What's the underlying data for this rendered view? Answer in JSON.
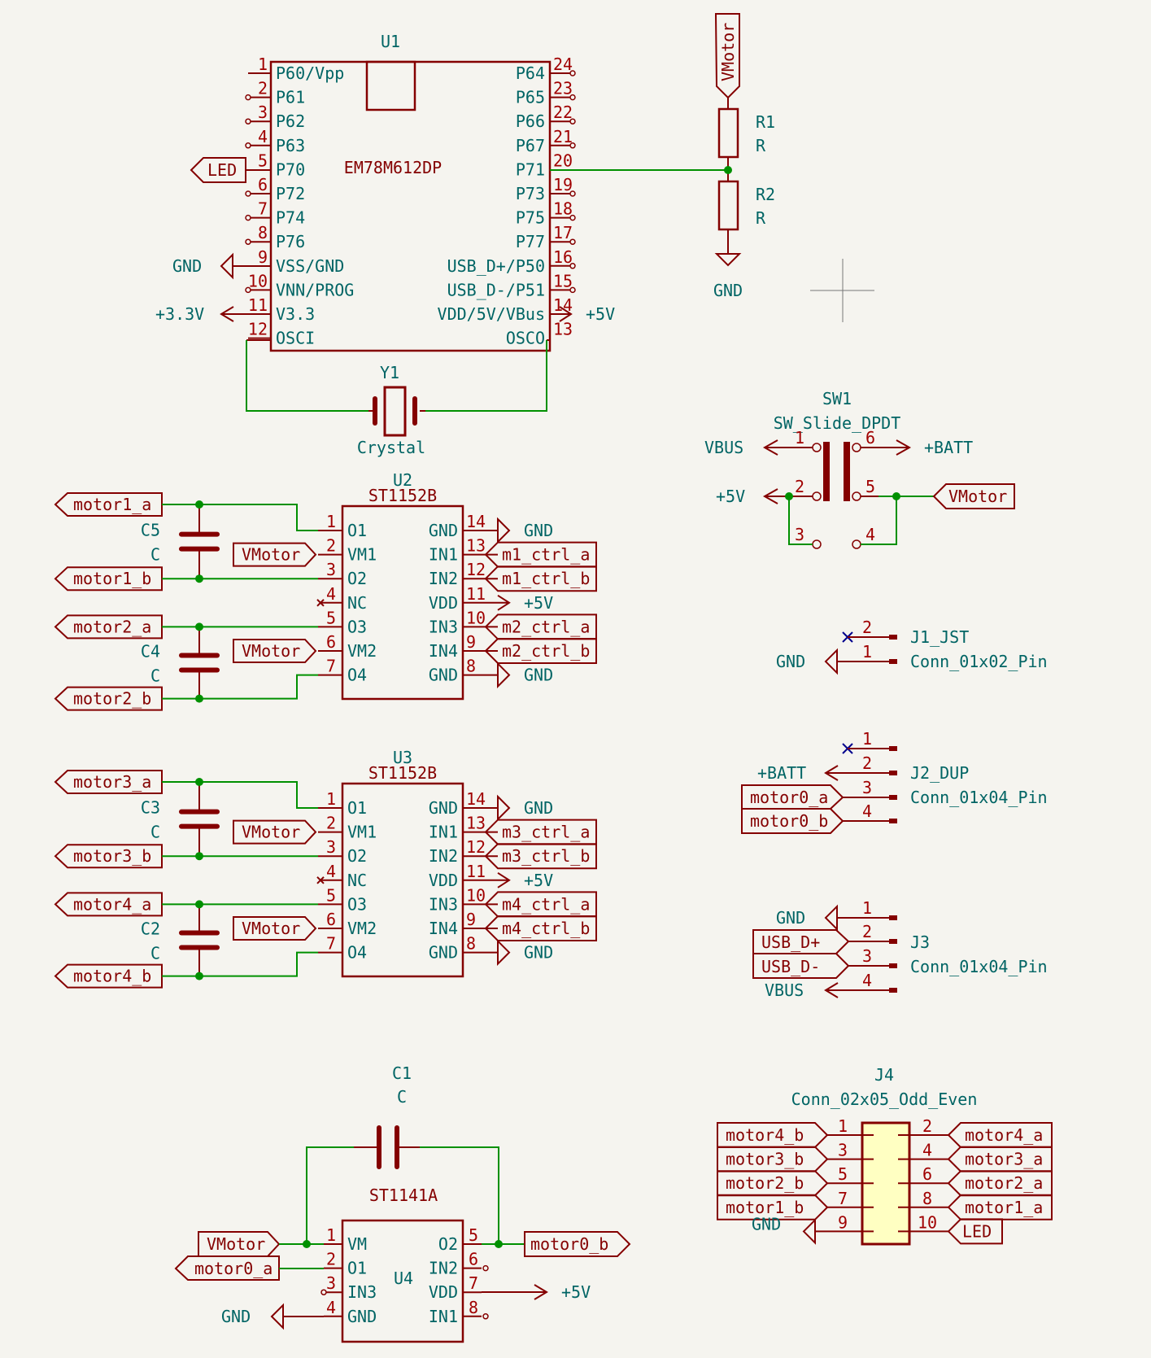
{
  "u1": {
    "ref": "U1",
    "value": "EM78M612DP",
    "left_pins": [
      {
        "num": "1",
        "name": "P60/Vpp"
      },
      {
        "num": "2",
        "name": "P61"
      },
      {
        "num": "3",
        "name": "P62"
      },
      {
        "num": "4",
        "name": "P63"
      },
      {
        "num": "5",
        "name": "P70"
      },
      {
        "num": "6",
        "name": "P72"
      },
      {
        "num": "7",
        "name": "P74"
      },
      {
        "num": "8",
        "name": "P76"
      },
      {
        "num": "9",
        "name": "VSS/GND"
      },
      {
        "num": "10",
        "name": "VNN/PROG"
      },
      {
        "num": "11",
        "name": "V3.3"
      },
      {
        "num": "12",
        "name": "OSCI"
      }
    ],
    "right_pins": [
      {
        "num": "24",
        "name": "P64"
      },
      {
        "num": "23",
        "name": "P65"
      },
      {
        "num": "22",
        "name": "P66"
      },
      {
        "num": "21",
        "name": "P67"
      },
      {
        "num": "20",
        "name": "P71"
      },
      {
        "num": "19",
        "name": "P73"
      },
      {
        "num": "18",
        "name": "P75"
      },
      {
        "num": "17",
        "name": "P77"
      },
      {
        "num": "16",
        "name": "USB_D+/P50"
      },
      {
        "num": "15",
        "name": "USB_D-/P51"
      },
      {
        "num": "14",
        "name": "VDD/5V/VBus"
      },
      {
        "num": "13",
        "name": "OSCO"
      }
    ],
    "led_label": "LED",
    "gnd_label": "GND",
    "v33_label": "+3.3V",
    "v5_label": "+5V"
  },
  "y1": {
    "ref": "Y1",
    "value": "Crystal"
  },
  "r_divider": {
    "vmotor": "VMotor",
    "r1_ref": "R1",
    "r1_val": "R",
    "r2_ref": "R2",
    "r2_val": "R",
    "gnd": "GND"
  },
  "sw1": {
    "ref": "SW1",
    "value": "SW_Slide_DPDT",
    "pins": [
      "1",
      "2",
      "3",
      "4",
      "5",
      "6"
    ],
    "vbus": "VBUS",
    "v5": "+5V",
    "batt": "+BATT",
    "vmotor": "VMotor"
  },
  "u2": {
    "ref": "U2",
    "value": "ST1152B",
    "left": [
      {
        "num": "1",
        "name": "O1"
      },
      {
        "num": "2",
        "name": "VM1"
      },
      {
        "num": "3",
        "name": "O2"
      },
      {
        "num": "4",
        "name": "NC"
      },
      {
        "num": "5",
        "name": "O3"
      },
      {
        "num": "6",
        "name": "VM2"
      },
      {
        "num": "7",
        "name": "O4"
      }
    ],
    "right": [
      {
        "num": "14",
        "name": "GND"
      },
      {
        "num": "13",
        "name": "IN1"
      },
      {
        "num": "12",
        "name": "IN2"
      },
      {
        "num": "11",
        "name": "VDD"
      },
      {
        "num": "10",
        "name": "IN3"
      },
      {
        "num": "9",
        "name": "IN4"
      },
      {
        "num": "8",
        "name": "GND"
      }
    ],
    "right_nets": [
      "GND",
      "m1_ctrl_a",
      "m1_ctrl_b",
      "+5V",
      "m2_ctrl_a",
      "m2_ctrl_b",
      "GND"
    ],
    "labels": {
      "a1": "motor1_a",
      "b1": "motor1_b",
      "a2": "motor2_a",
      "b2": "motor2_b",
      "vm": "VMotor"
    },
    "caps": [
      {
        "ref": "C5",
        "val": "C"
      },
      {
        "ref": "C4",
        "val": "C"
      }
    ]
  },
  "u3": {
    "ref": "U3",
    "value": "ST1152B",
    "left": [
      {
        "num": "1",
        "name": "O1"
      },
      {
        "num": "2",
        "name": "VM1"
      },
      {
        "num": "3",
        "name": "O2"
      },
      {
        "num": "4",
        "name": "NC"
      },
      {
        "num": "5",
        "name": "O3"
      },
      {
        "num": "6",
        "name": "VM2"
      },
      {
        "num": "7",
        "name": "O4"
      }
    ],
    "right": [
      {
        "num": "14",
        "name": "GND"
      },
      {
        "num": "13",
        "name": "IN1"
      },
      {
        "num": "12",
        "name": "IN2"
      },
      {
        "num": "11",
        "name": "VDD"
      },
      {
        "num": "10",
        "name": "IN3"
      },
      {
        "num": "9",
        "name": "IN4"
      },
      {
        "num": "8",
        "name": "GND"
      }
    ],
    "right_nets": [
      "GND",
      "m3_ctrl_a",
      "m3_ctrl_b",
      "+5V",
      "m4_ctrl_a",
      "m4_ctrl_b",
      "GND"
    ],
    "labels": {
      "a1": "motor3_a",
      "b1": "motor3_b",
      "a2": "motor4_a",
      "b2": "motor4_b",
      "vm": "VMotor"
    },
    "caps": [
      {
        "ref": "C3",
        "val": "C"
      },
      {
        "ref": "C2",
        "val": "C"
      }
    ]
  },
  "u4": {
    "ref": "U4",
    "value": "ST1141A",
    "left": [
      {
        "num": "1",
        "name": "VM"
      },
      {
        "num": "2",
        "name": "O1"
      },
      {
        "num": "3",
        "name": "IN3"
      },
      {
        "num": "4",
        "name": "GND"
      }
    ],
    "right": [
      {
        "num": "5",
        "name": "O2"
      },
      {
        "num": "6",
        "name": "IN2"
      },
      {
        "num": "7",
        "name": "VDD"
      },
      {
        "num": "8",
        "name": "IN1"
      }
    ],
    "c1_ref": "C1",
    "c1_val": "C",
    "vmotor": "VMotor",
    "motor0_a": "motor0_a",
    "motor0_b": "motor0_b",
    "gnd": "GND",
    "v5": "+5V"
  },
  "j1": {
    "ref": "J1_JST",
    "value": "Conn_01x02_Pin",
    "pins": [
      "2",
      "1"
    ],
    "gnd": "GND"
  },
  "j2": {
    "ref": "J2_DUP",
    "value": "Conn_01x04_Pin",
    "pins": [
      "1",
      "2",
      "3",
      "4"
    ],
    "batt": "+BATT",
    "m0a": "motor0_a",
    "m0b": "motor0_b"
  },
  "j3": {
    "ref": "J3",
    "value": "Conn_01x04_Pin",
    "pins": [
      "1",
      "2",
      "3",
      "4"
    ],
    "gnd": "GND",
    "dp": "USB_D+",
    "dm": "USB_D-",
    "vbus": "VBUS"
  },
  "j4": {
    "ref": "J4",
    "value": "Conn_02x05_Odd_Even",
    "left": [
      {
        "num": "1",
        "net": "motor4_b"
      },
      {
        "num": "3",
        "net": "motor3_b"
      },
      {
        "num": "5",
        "net": "motor2_b"
      },
      {
        "num": "7",
        "net": "motor1_b"
      },
      {
        "num": "9",
        "net": "GND"
      }
    ],
    "right": [
      {
        "num": "2",
        "net": "motor4_a"
      },
      {
        "num": "4",
        "net": "motor3_a"
      },
      {
        "num": "6",
        "net": "motor2_a"
      },
      {
        "num": "8",
        "net": "motor1_a"
      },
      {
        "num": "10",
        "net": "LED"
      }
    ]
  }
}
